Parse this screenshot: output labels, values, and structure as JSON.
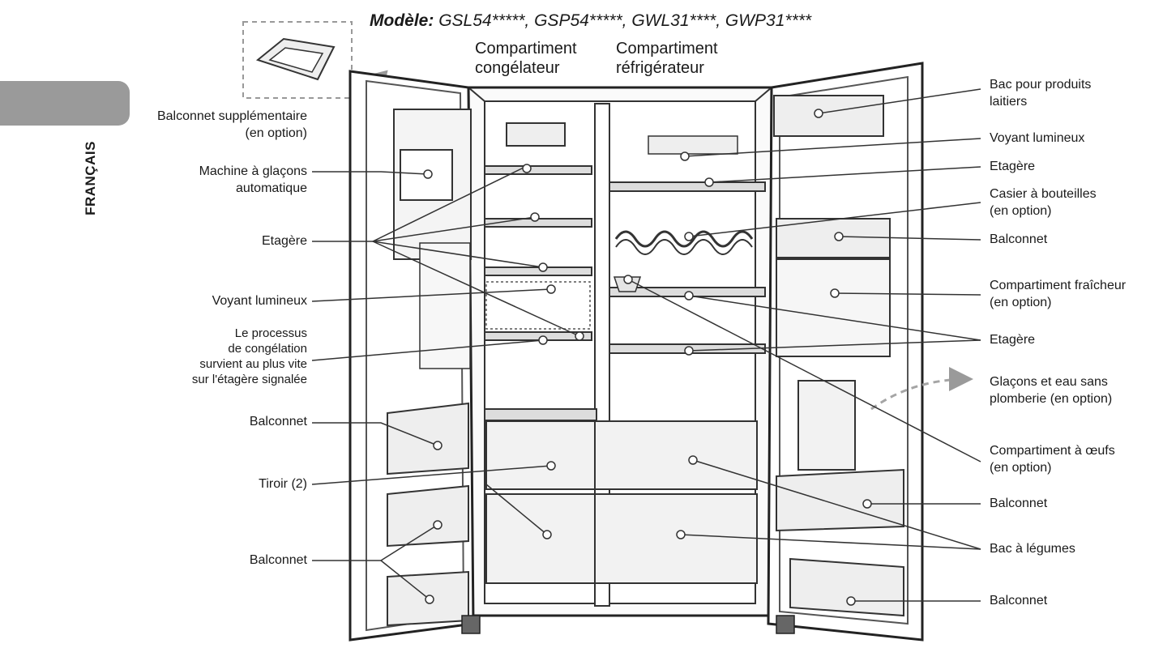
{
  "header": {
    "model_key": "Modèle:",
    "model_values": "GSL54*****, GSP54*****, GWL31****, GWP31****",
    "freezer_line1": "Compartiment",
    "freezer_line2": "congélateur",
    "fridge_line1": "Compartiment",
    "fridge_line2": "réfrigérateur"
  },
  "side_tab": {
    "text": "FRANÇAIS"
  },
  "labels_left": [
    {
      "lines": [
        "Balconnet supplémentaire",
        "(en option)"
      ]
    },
    {
      "lines": [
        "Machine à glaçons",
        "automatique"
      ]
    },
    {
      "lines": [
        "Etagère"
      ]
    },
    {
      "lines": [
        "Voyant lumineux"
      ]
    },
    {
      "lines": [
        "Le processus",
        "de congélation",
        "survient au plus vite",
        "sur l'étagère signalée"
      ]
    },
    {
      "lines": [
        "Balconnet"
      ]
    },
    {
      "lines": [
        "Tiroir (2)"
      ]
    },
    {
      "lines": [
        "Balconnet"
      ]
    }
  ],
  "labels_right": [
    {
      "lines": [
        "Bac pour produits",
        "laitiers"
      ]
    },
    {
      "lines": [
        "Voyant lumineux"
      ]
    },
    {
      "lines": [
        "Etagère"
      ]
    },
    {
      "lines": [
        "Casier à bouteilles",
        "(en option)"
      ]
    },
    {
      "lines": [
        "Balconnet"
      ]
    },
    {
      "lines": [
        "Compartiment fraîcheur",
        "(en option)"
      ]
    },
    {
      "lines": [
        "Etagère"
      ]
    },
    {
      "lines": [
        "Glaçons et eau sans",
        "plomberie (en option)"
      ]
    },
    {
      "lines": [
        "Compartiment à œufs",
        "(en option)"
      ]
    },
    {
      "lines": [
        "Balconnet"
      ]
    },
    {
      "lines": [
        "Bac à légumes"
      ]
    },
    {
      "lines": [
        "Balconnet"
      ]
    }
  ]
}
